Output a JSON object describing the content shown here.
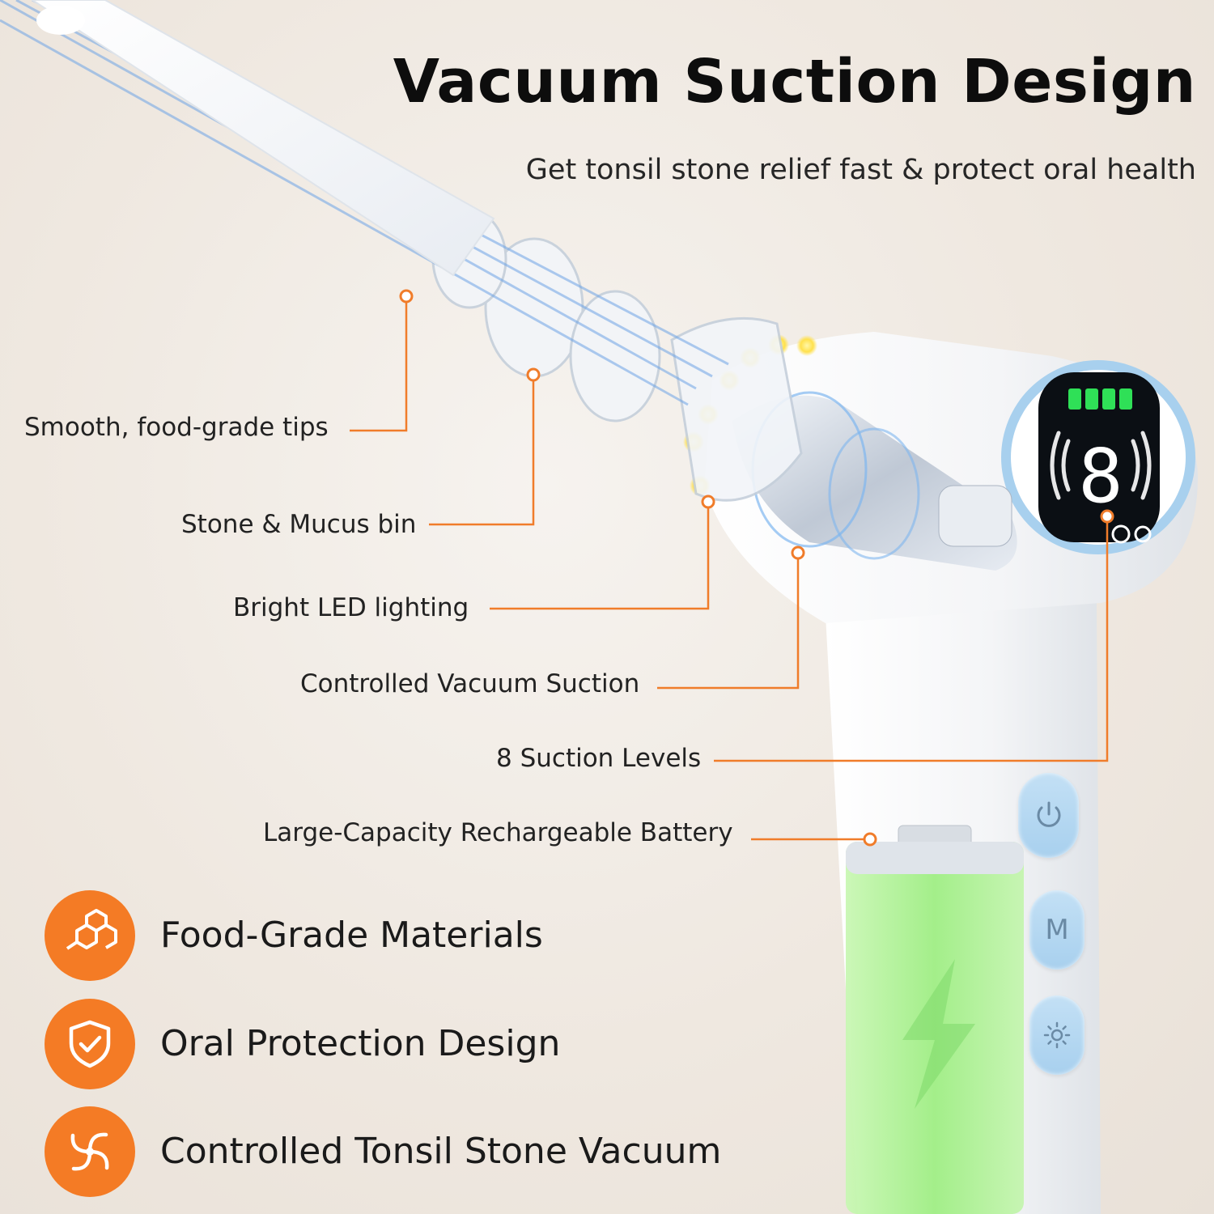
{
  "header": {
    "title": "Vacuum Suction Design",
    "subtitle": "Get tonsil stone relief fast & protect oral health"
  },
  "callouts": [
    {
      "label": "Smooth, food-grade tips"
    },
    {
      "label": "Stone & Mucus bin"
    },
    {
      "label": "Bright LED lighting"
    },
    {
      "label": "Controlled Vacuum Suction"
    },
    {
      "label": "8 Suction Levels"
    },
    {
      "label": "Large-Capacity Rechargeable Battery"
    }
  ],
  "features": [
    {
      "label": "Food-Grade Materials",
      "icon": "hexagon-molecule-icon"
    },
    {
      "label": "Oral Protection Design",
      "icon": "shield-check-icon"
    },
    {
      "label": "Controlled Tonsil Stone Vacuum",
      "icon": "swirl-vacuum-icon"
    }
  ],
  "device": {
    "display_digit": "8",
    "battery_bars_lit": 4,
    "mode_button_label": "M",
    "power_button_icon": "power-icon",
    "light_button_icon": "sun-icon"
  },
  "colors": {
    "accent_orange": "#f47b25",
    "device_blue": "#a8d0ee",
    "battery_green": "#a6f08a",
    "led_yellow": "#ffe14d"
  }
}
